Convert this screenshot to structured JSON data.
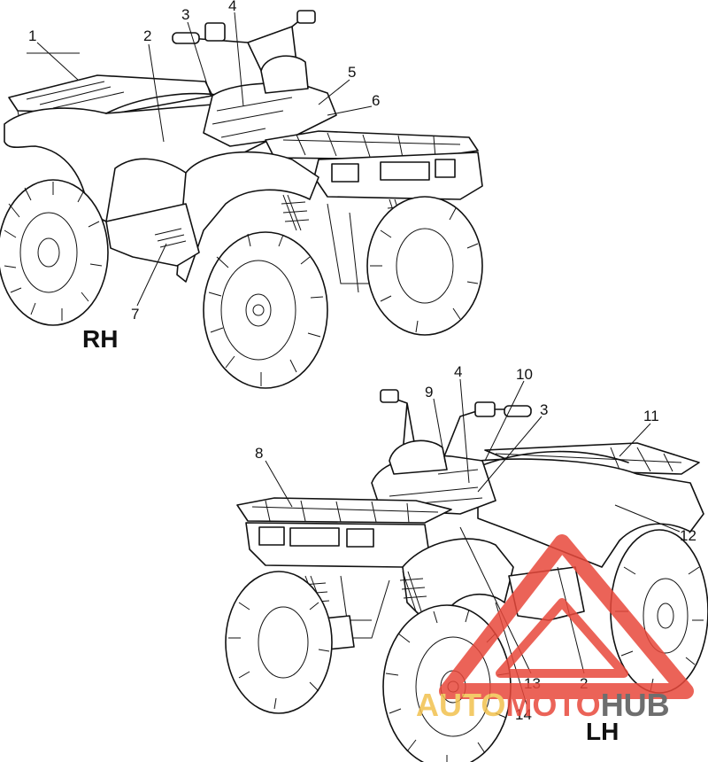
{
  "diagram": {
    "views": [
      {
        "id": "rh",
        "label": "RH"
      },
      {
        "id": "lh",
        "label": "LH"
      }
    ],
    "callouts_rh": [
      "1",
      "2",
      "3",
      "4",
      "5",
      "6",
      "7"
    ],
    "callouts_lh": [
      "9",
      "4",
      "10",
      "3",
      "11",
      "8",
      "12",
      "13",
      "2",
      "14"
    ]
  },
  "watermark": {
    "parts": [
      "AUTO",
      "MOTO",
      "HUB"
    ],
    "colors": {
      "auto": "#f2c14e",
      "moto": "#e8483b",
      "hub": "#555555",
      "triangle": "#e8483b"
    }
  }
}
